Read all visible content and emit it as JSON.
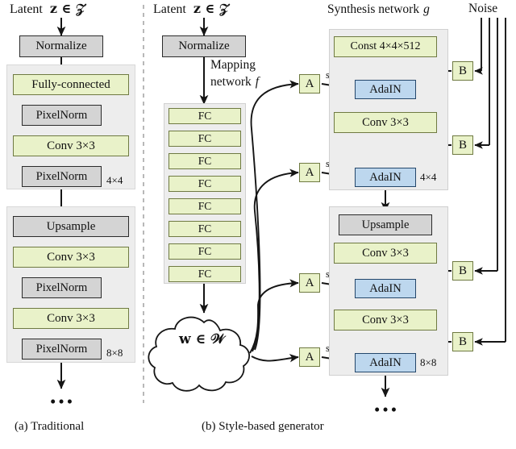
{
  "figure": {
    "divider": "dashed-vertical-divider",
    "ellipsis": "•••"
  },
  "panel_a": {
    "caption": "(a) Traditional",
    "latent_label": "Latent",
    "latent_math": "z ∈ 𝒵",
    "normalize": "Normalize",
    "blocks": [
      {
        "resolution": "4×4",
        "layers": [
          {
            "label": "Fully-connected",
            "kind": "green"
          },
          {
            "label": "PixelNorm",
            "kind": "grey"
          },
          {
            "label": "Conv 3×3",
            "kind": "green"
          },
          {
            "label": "PixelNorm",
            "kind": "grey"
          }
        ]
      },
      {
        "resolution": "8×8",
        "layers": [
          {
            "label": "Upsample",
            "kind": "grey"
          },
          {
            "label": "Conv 3×3",
            "kind": "green"
          },
          {
            "label": "PixelNorm",
            "kind": "grey"
          },
          {
            "label": "Conv 3×3",
            "kind": "green"
          },
          {
            "label": "PixelNorm",
            "kind": "grey"
          }
        ]
      }
    ]
  },
  "panel_b": {
    "caption": "(b) Style-based generator",
    "latent_label": "Latent",
    "latent_math": "z ∈ 𝒵",
    "normalize": "Normalize",
    "mapping": {
      "title_line1": "Mapping",
      "title_line2": "network",
      "title_symbol": "f",
      "fc_label": "FC",
      "fc_count": 8
    },
    "intermediate_latent": "w ∈ 𝒲",
    "noise_label": "Noise",
    "noise_lines": 4,
    "synthesis": {
      "title": "Synthesis network",
      "title_symbol": "g",
      "blocks": [
        {
          "resolution": "4×4",
          "layers": [
            {
              "label": "Const 4×4×512",
              "kind": "green"
            },
            {
              "label": "AdaIN",
              "kind": "blue"
            },
            {
              "label": "Conv 3×3",
              "kind": "green"
            },
            {
              "label": "AdaIN",
              "kind": "blue"
            }
          ]
        },
        {
          "resolution": "8×8",
          "layers": [
            {
              "label": "Upsample",
              "kind": "grey"
            },
            {
              "label": "Conv 3×3",
              "kind": "green"
            },
            {
              "label": "AdaIN",
              "kind": "blue"
            },
            {
              "label": "Conv 3×3",
              "kind": "green"
            },
            {
              "label": "AdaIN",
              "kind": "blue"
            }
          ]
        }
      ],
      "style_label": "style",
      "affine_box": "A",
      "noise_box": "B",
      "adain_count": 4,
      "noise_box_count": 4
    }
  },
  "colors": {
    "green_fill": "#e9f2c9",
    "green_border": "#6f7a42",
    "grey_fill": "#d4d4d4",
    "grey_border": "#2b2b2b",
    "blue_fill": "#bdd7ee",
    "blue_border": "#24476b",
    "panel_bg": "#ededed",
    "stroke": "#1a1a1a"
  }
}
